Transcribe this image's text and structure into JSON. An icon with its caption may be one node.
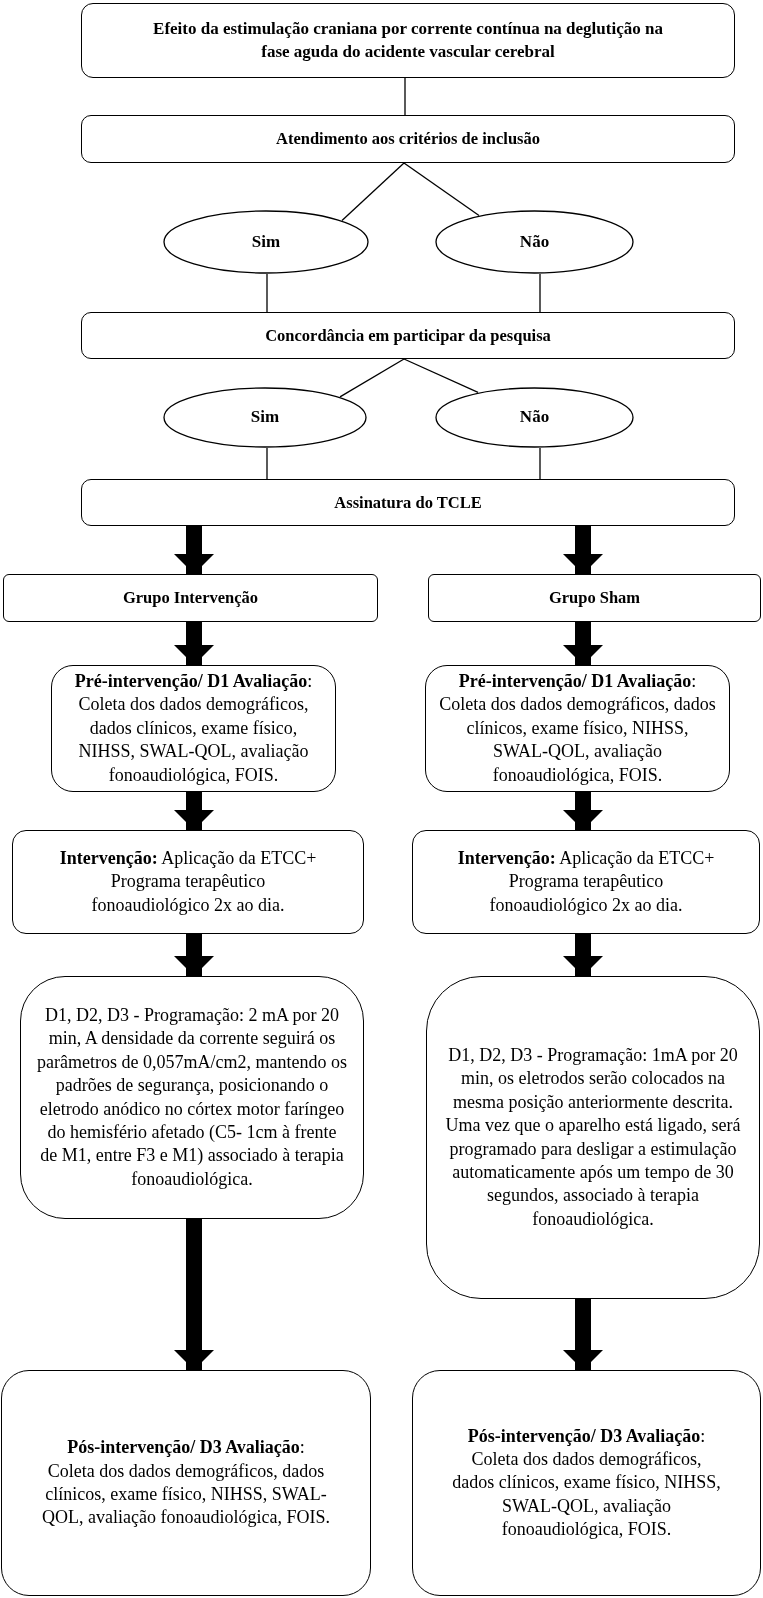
{
  "diagram": {
    "nodes": [
      {
        "text": [
          "Efeito da estimulação craniana por corrente contínua na deglutição na fase aguda do acidente vascular cerebral"
        ]
      },
      {
        "text": [
          "Atendimento aos critérios de inclusão"
        ]
      },
      {
        "text": [
          "Sim"
        ]
      },
      {
        "text": [
          "Não"
        ]
      },
      {
        "text": [
          "Concordância em participar da pesquisa"
        ]
      },
      {
        "text": [
          "Sim"
        ]
      },
      {
        "text": [
          "Não"
        ]
      },
      {
        "text": [
          "Assinatura do TCLE"
        ]
      },
      {
        "text": [
          "Grupo Intervenção"
        ]
      },
      {
        "text": [
          "Grupo Sham"
        ]
      },
      {
        "text": [
          "**Pré-intervenção/ D1 Avaliação**: Coleta dos dados demográficos, dados clínicos, exame físico, NIHSS, SWAL-QOL, avaliação fonoaudiológica, FOIS."
        ]
      },
      {
        "text": [
          "**Pré-intervenção/ D1 Avaliação**: Coleta dos dados demográficos, dados clínicos, exame físico, NIHSS, SWAL-QOL, avaliação fonoaudiológica, FOIS."
        ]
      },
      {
        "text": [
          "**Intervenção:** Aplicação da ETCC+ Programa terapêutico fonoaudiológico 2x ao dia."
        ]
      },
      {
        "text": [
          "**Intervenção:** Aplicação da ETCC+ Programa terapêutico fonoaudiológico 2x ao dia."
        ]
      },
      {
        "text": [
          "D1, D2, D3 - Programação: 2 mA por 20 min, A densidade da corrente seguirá os parâmetros de 0,057mA/cm2, mantendo os padrões de segurança, posicionando o eletrodo anódico no córtex motor faríngeo do hemisfério afetado (C5- 1cm à frente de M1, entre F3 e M1) associado à terapia fonoaudiológica."
        ]
      },
      {
        "text": [
          "D1, D2, D3 - Programação: 1mA por 20 min, os eletrodos serão colocados na mesma posição anteriormente descrita. Uma vez que o aparelho está ligado, será programado para desligar a estimulação automaticamente após um tempo de 30 segundos, associado à terapia fonoaudiológica."
        ]
      },
      {
        "text": [
          "**Pós-intervenção/ D3 Avaliação**: Coleta dos dados demográficos, dados clínicos, exame físico, NIHSS, SWAL-QOL, avaliação fonoaudiológica, FOIS."
        ]
      },
      {
        "text": [
          "**Pós-intervenção/ D3 Avaliação**: Coleta dos dados demográficos, dados clínicos, exame físico, NIHSS, SWAL-QOL, avaliação fonoaudiológica, FOIS."
        ]
      }
    ],
    "edges": [
      {
        "from": 0,
        "to": 1,
        "arrow": "none"
      },
      {
        "from": 1,
        "to": 2,
        "arrow": "none"
      },
      {
        "from": 1,
        "to": 3,
        "arrow": "none"
      },
      {
        "from": 2,
        "to": 4,
        "arrow": "none"
      },
      {
        "from": 3,
        "to": 4,
        "arrow": "none"
      },
      {
        "from": 4,
        "to": 5,
        "arrow": "none"
      },
      {
        "from": 4,
        "to": 6,
        "arrow": "none"
      },
      {
        "from": 5,
        "to": 7,
        "arrow": "none"
      },
      {
        "from": 6,
        "to": 7,
        "arrow": "none"
      },
      {
        "from": 7,
        "to": 8,
        "arrow": "to"
      },
      {
        "from": 7,
        "to": 9,
        "arrow": "to"
      },
      {
        "from": 8,
        "to": 10,
        "arrow": "to"
      },
      {
        "from": 9,
        "to": 11,
        "arrow": "to"
      },
      {
        "from": 10,
        "to": 12,
        "arrow": "to"
      },
      {
        "from": 11,
        "to": 13,
        "arrow": "to"
      },
      {
        "from": 12,
        "to": 14,
        "arrow": "to"
      },
      {
        "from": 13,
        "to": 15,
        "arrow": "to"
      },
      {
        "from": 14,
        "to": 16,
        "arrow": "to"
      },
      {
        "from": 15,
        "to": 17,
        "arrow": "to"
      }
    ]
  }
}
